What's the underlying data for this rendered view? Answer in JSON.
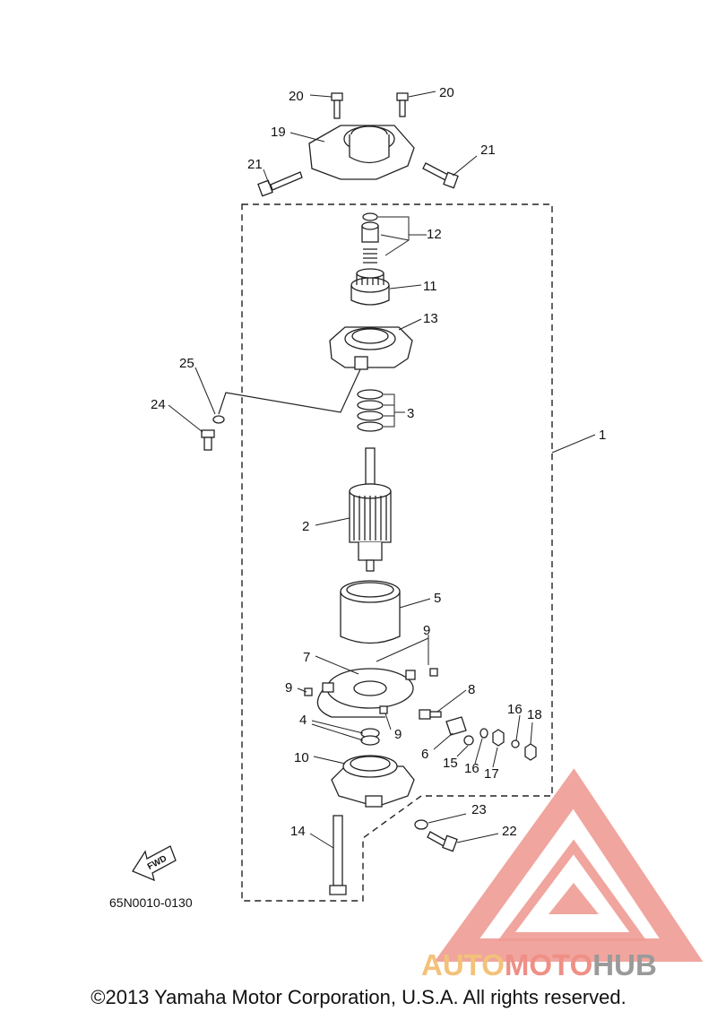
{
  "diagram": {
    "callouts": [
      "20",
      "20",
      "19",
      "21",
      "21",
      "12",
      "11",
      "13",
      "25",
      "24",
      "3",
      "1",
      "2",
      "5",
      "9",
      "7",
      "9",
      "8",
      "16",
      "18",
      "4",
      "9",
      "6",
      "15",
      "16",
      "17",
      "10",
      "23",
      "22",
      "14"
    ],
    "fwd_label": "FWD",
    "part_code": "65N0010-0130"
  },
  "logo": {
    "part1": "AUTO",
    "part2": "MOTO",
    "part3": "HUB",
    "colors": {
      "auto": "#f3c27a",
      "moto": "#ef8f86",
      "hub": "#9a9a9a",
      "triangle": "#ee9b94"
    }
  },
  "footer": {
    "copyright": "©2013 Yamaha Motor Corporation, U.S.A. All rights reserved."
  }
}
